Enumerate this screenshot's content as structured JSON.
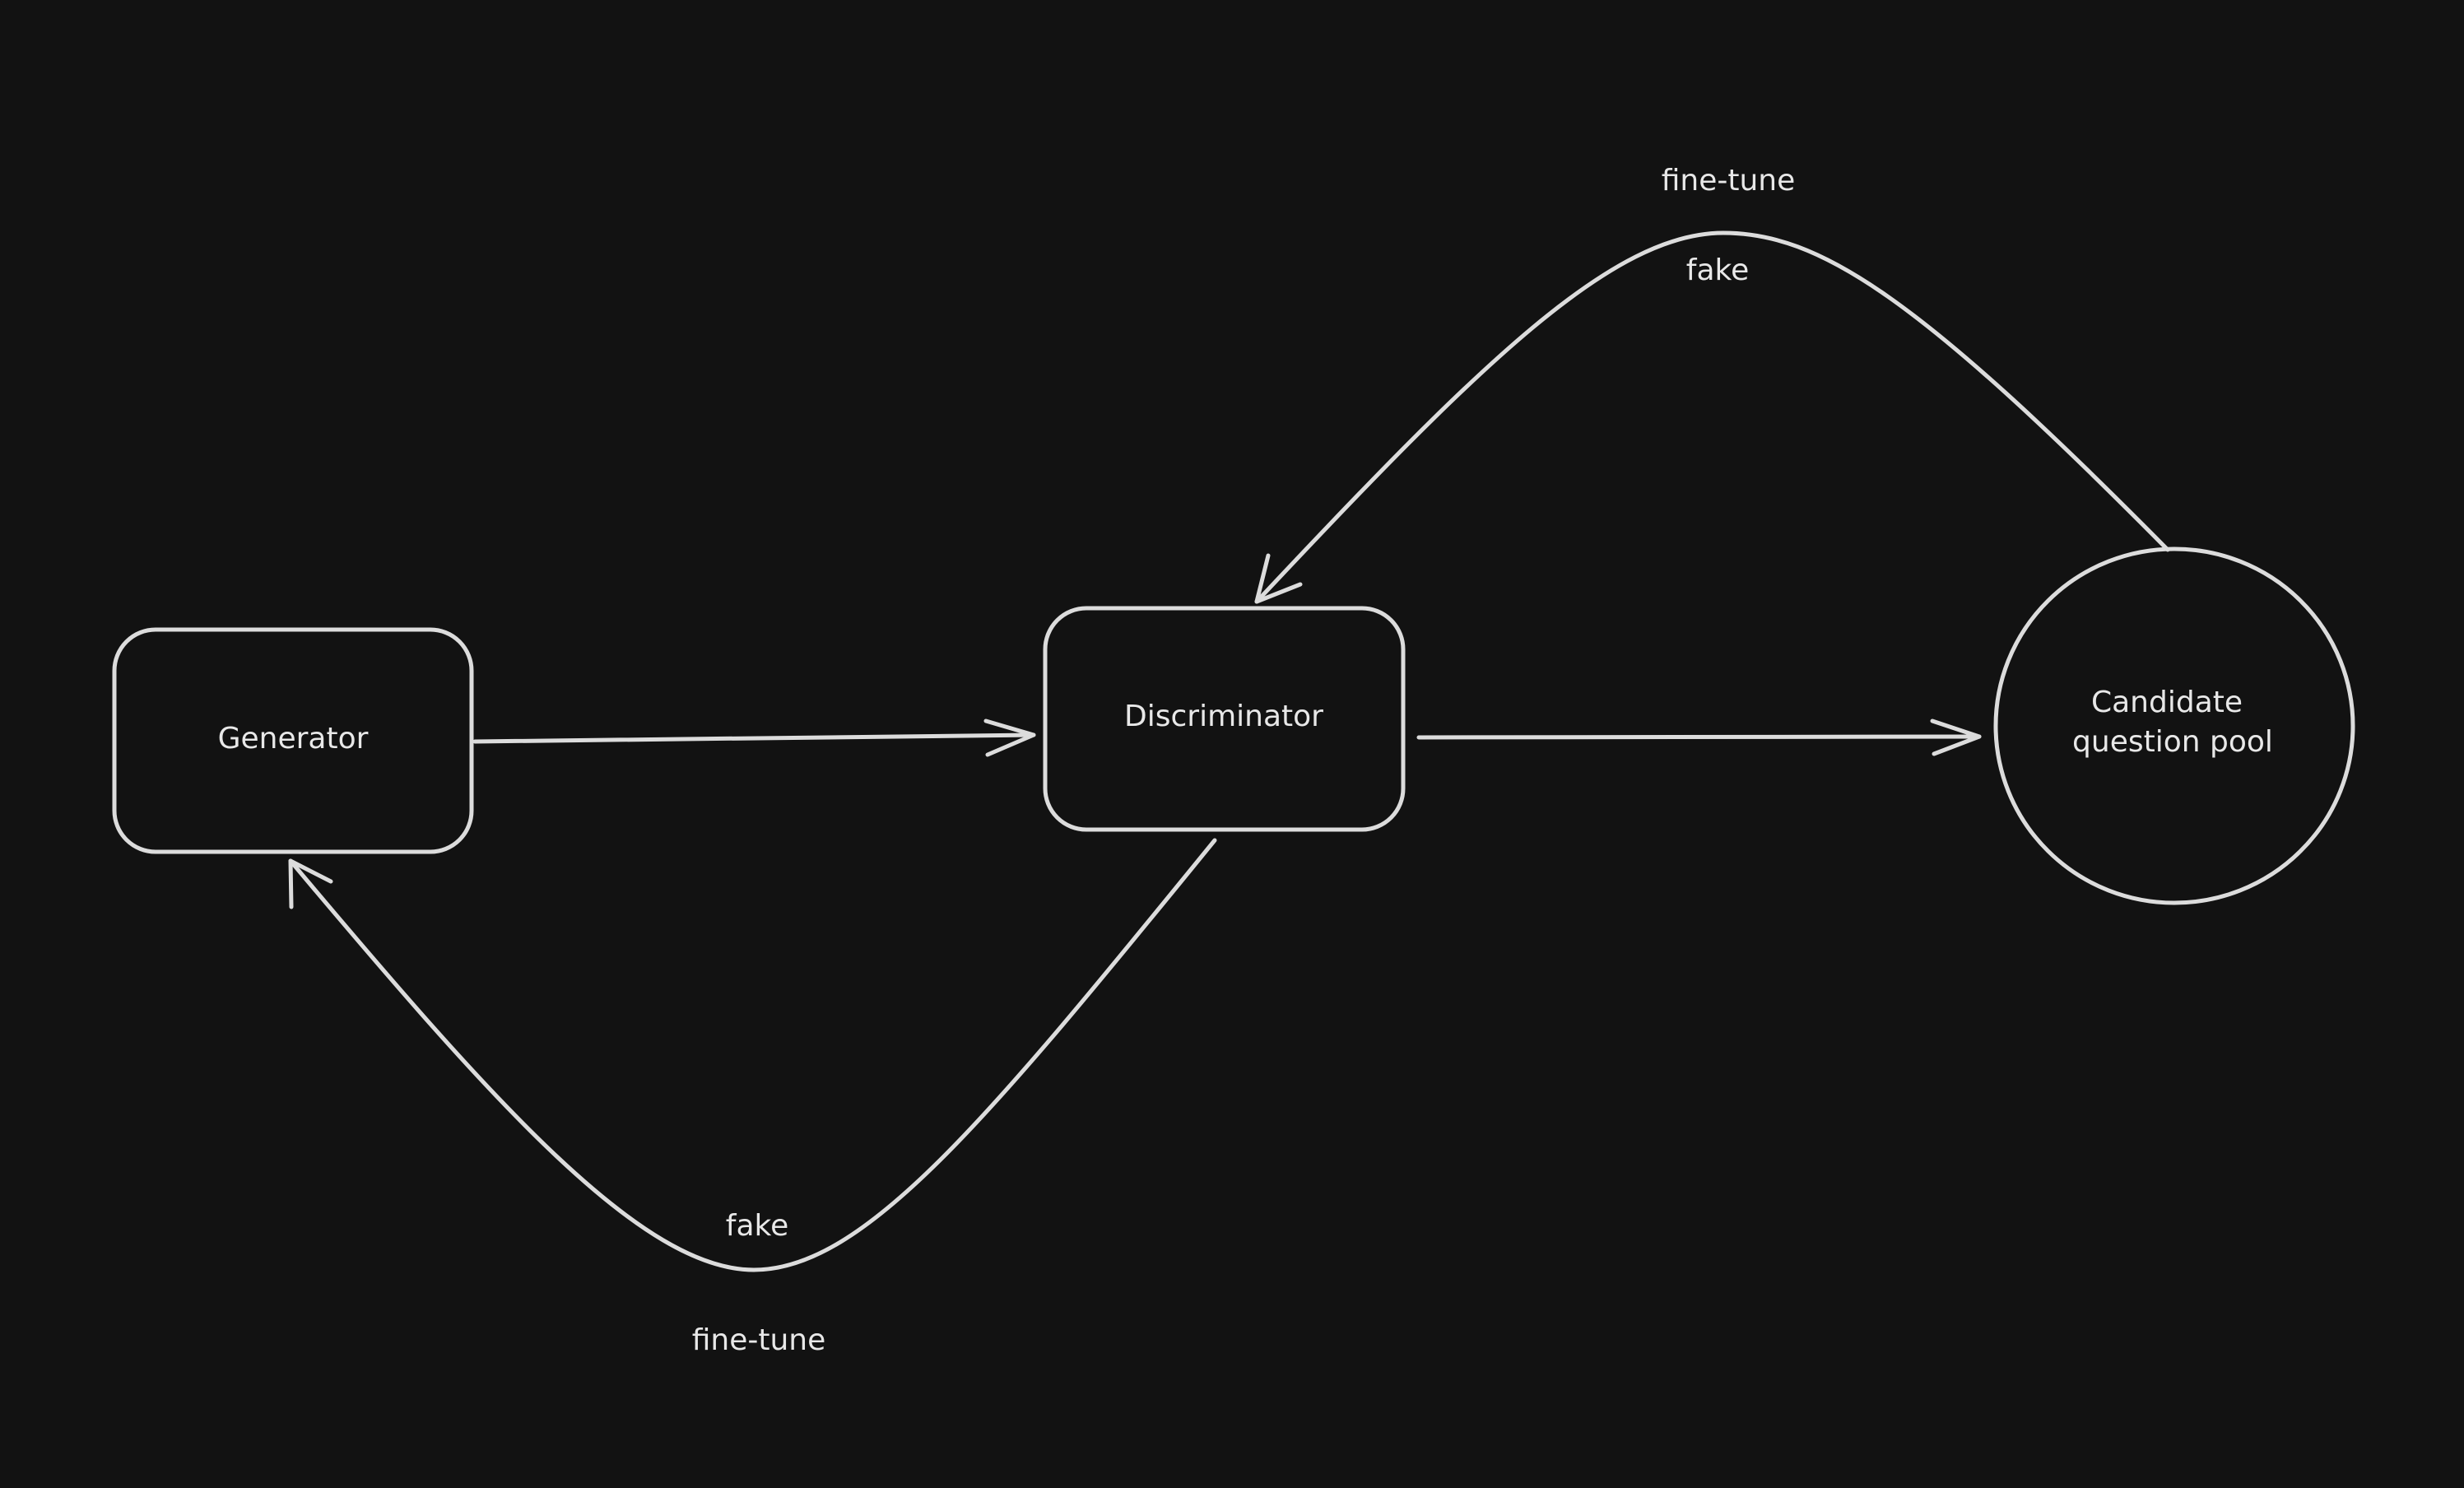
{
  "nodes": {
    "generator": "Generator",
    "discriminator": "Discriminator",
    "pool_line1": "Candidate",
    "pool_line2": "question pool"
  },
  "edges": {
    "top_label_above": "fine-tune",
    "top_label_below": "fake",
    "bottom_label_above": "fake",
    "bottom_label_below": "fine-tune"
  },
  "colors": {
    "background": "#121212",
    "stroke": "#dcdcdc",
    "text": "#e8e8e8"
  }
}
